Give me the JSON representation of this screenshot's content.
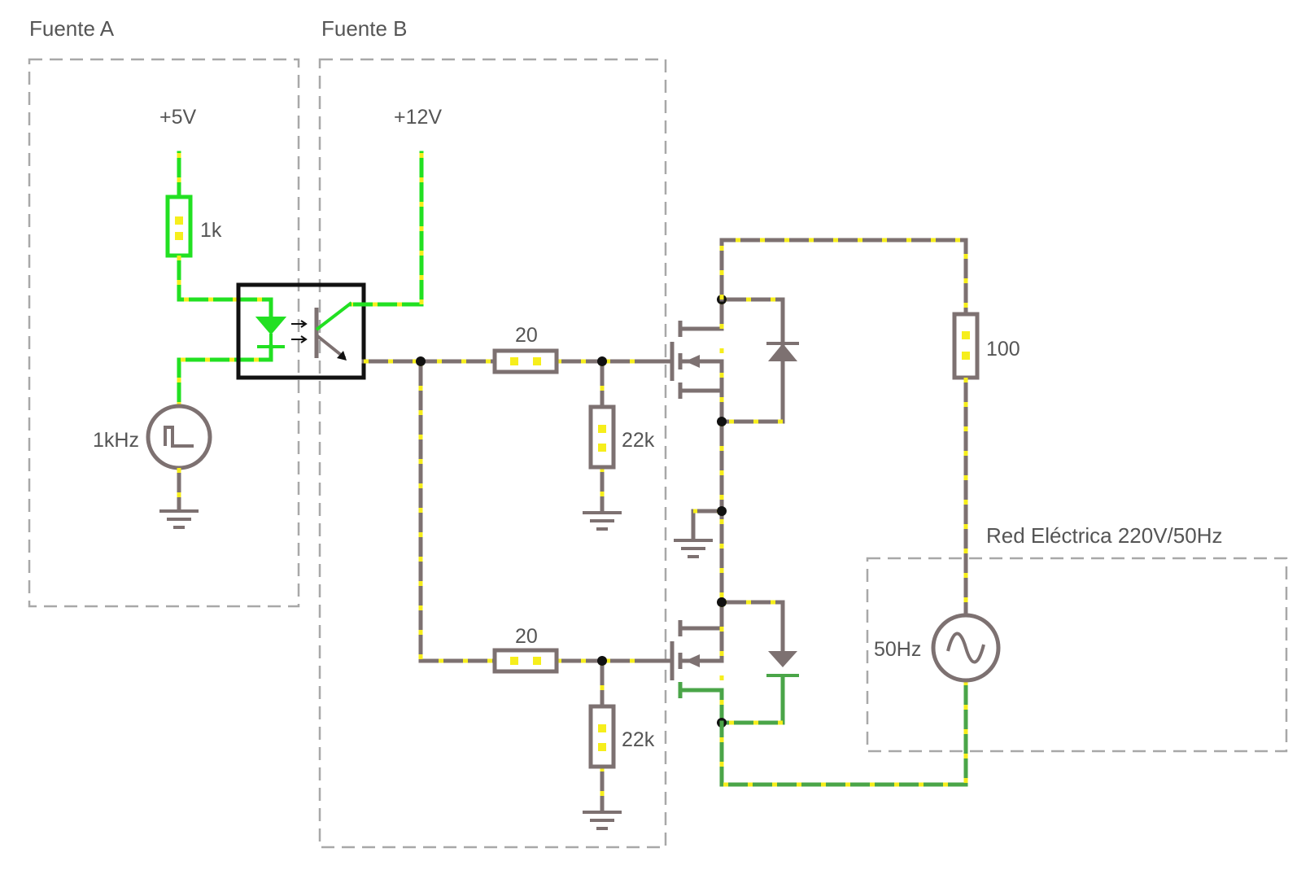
{
  "groups": {
    "fuente_a": "Fuente A",
    "fuente_b": "Fuente B",
    "red": "Red Eléctrica 220V/50Hz"
  },
  "labels": {
    "v5": "+5V",
    "v12": "+12V",
    "r1k": "1k",
    "src_1khz": "1kHz",
    "r20_top": "20",
    "r20_bot": "20",
    "r22k_top": "22k",
    "r22k_bot": "22k",
    "r100": "100",
    "src_50hz": "50Hz"
  },
  "colors": {
    "wire_idle": "#7d7171",
    "wire_active": "#22e022",
    "wire_return": "#4aa548",
    "current_dots": "#f6ee1c",
    "group_border": "#a8a8a8"
  }
}
